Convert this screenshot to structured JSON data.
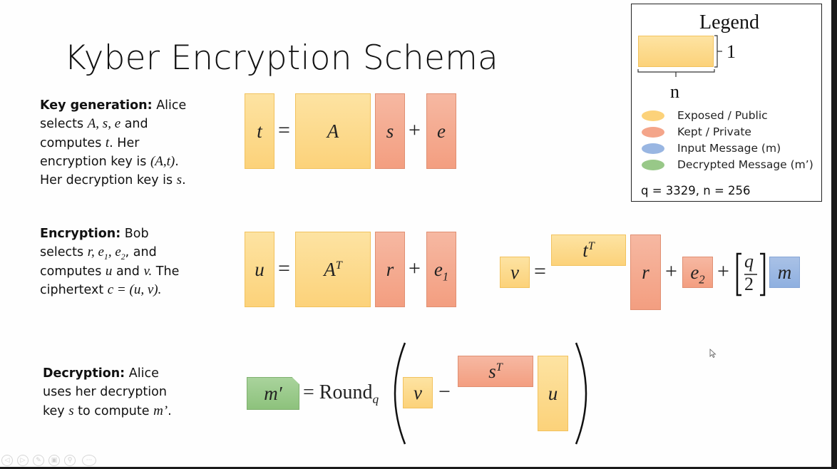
{
  "slide": {
    "title": "Kyber Encryption Schema"
  },
  "keygen": {
    "heading": "Key generation:",
    "line1_text": " Alice",
    "line2_prefix": "selects ",
    "line2_math": "A, s, e",
    "line2_suffix": " and",
    "line3_prefix": "computes ",
    "line3_math": "t",
    "line3_suffix": ". Her",
    "line4_prefix": "encryption key is ",
    "line4_math": "(A,t)",
    "line4_suffix": ".",
    "line5_prefix": "Her decryption key is ",
    "line5_math": "s",
    "line5_suffix": ".",
    "equation": {
      "lhs": "t",
      "eq": "=",
      "matrix": "A",
      "vec": "s",
      "plus": "+",
      "err": "e"
    }
  },
  "encryption": {
    "heading": "Encryption:",
    "line1_text": " Bob",
    "line2_prefix": "selects ",
    "line2_r": "r, e",
    "line2_sub1": "1",
    "line2_mid": ", e",
    "line2_sub2": "2",
    "line2_suffix": ", and",
    "line3_prefix": "computes ",
    "line3_u": "u",
    "line3_mid": " and ",
    "line3_v": "v.",
    "line3_suffix": " The",
    "line4_prefix": "ciphertext ",
    "line4_math": "c = (u, v).",
    "equation_u": {
      "lhs": "u",
      "eq": "=",
      "matrix": "A",
      "matrix_sup": "T",
      "vec": "r",
      "plus": "+",
      "err": "e",
      "err_sub": "1"
    },
    "equation_v": {
      "lhs": "v",
      "eq": "=",
      "row": "t",
      "row_sup": "T",
      "vec": "r",
      "plus1": "+",
      "err": "e",
      "err_sub": "2",
      "plus2": "+",
      "frac_num": "q",
      "frac_den": "2",
      "msg": "m"
    }
  },
  "decryption": {
    "heading": "Decryption:",
    "line1_text": " Alice",
    "line2_text": "uses her decryption",
    "line3_prefix": "key ",
    "line3_math": "s",
    "line3_mid": " to compute ",
    "line3_m": "m’",
    "line3_suffix": ".",
    "equation": {
      "lhs": "m′",
      "eq": "= Round",
      "eq_sub": "q",
      "v": "v",
      "minus": "−",
      "row": "s",
      "row_sup": "T",
      "vec": "u"
    }
  },
  "legend": {
    "title": "Legend",
    "height_label": "1",
    "width_label": "n",
    "items": [
      {
        "label": "Exposed / Public",
        "color": "#fcd27a"
      },
      {
        "label": "Kept / Private",
        "color": "#f4a58a"
      },
      {
        "label": "Input Message (m)",
        "color": "#99b6e2"
      },
      {
        "label": "Decrypted Message (m’)",
        "color": "#98c888"
      }
    ],
    "params": "q = 3329, n = 256"
  },
  "controls": {
    "icons": [
      "previous-icon",
      "next-icon",
      "pen-icon",
      "slides-icon",
      "zoom-icon",
      "more-icon"
    ],
    "glyphs": [
      "◁",
      "▷",
      "✎",
      "▣",
      "⚲",
      "···"
    ]
  }
}
